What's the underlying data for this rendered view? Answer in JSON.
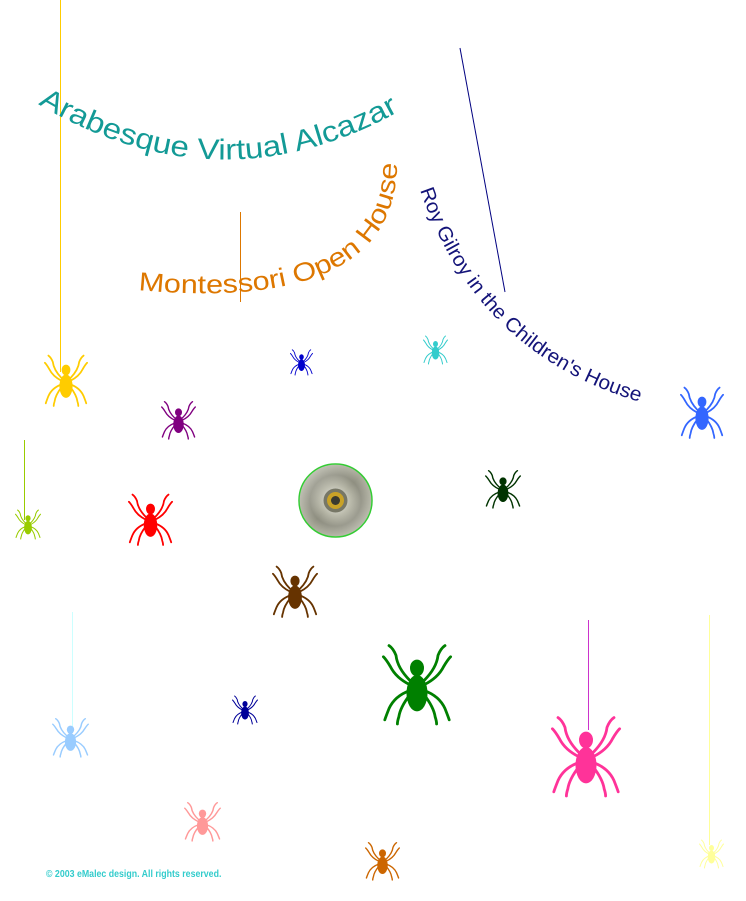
{
  "links": {
    "arabesque": "Arabesque Virtual Alcazar",
    "montessori": "Montessori Open House",
    "roy": "Roy Gilroy in the Children's House"
  },
  "colors": {
    "arabesque": "#139a96",
    "montessori": "#dd7700",
    "roy": "#141479"
  },
  "spider_icon": "spider-icon",
  "disc_icon": "cd-disc-icon",
  "spiders": [
    {
      "color": "#ffcc00"
    },
    {
      "color": "#0000cc"
    },
    {
      "color": "#33cccc"
    },
    {
      "color": "#3366ff"
    },
    {
      "color": "#800080"
    },
    {
      "color": "#99cc00"
    },
    {
      "color": "#ff0000"
    },
    {
      "color": "#003300"
    },
    {
      "color": "#663300"
    },
    {
      "color": "#008000"
    },
    {
      "color": "#99ccff"
    },
    {
      "color": "#000099"
    },
    {
      "color": "#ff3399"
    },
    {
      "color": "#ff9999"
    },
    {
      "color": "#cc6600"
    },
    {
      "color": "#ffff99"
    }
  ],
  "threads": [
    {
      "color": "#ffcc00"
    },
    {
      "color": "#dd7700"
    },
    {
      "color": "#000080"
    },
    {
      "color": "#99cc00"
    },
    {
      "color": "#ccffff"
    },
    {
      "color": "#cc33cc"
    },
    {
      "color": "#ffff99"
    }
  ],
  "footer": {
    "copyright": "© 2003   eMalec design. All rights reserved."
  }
}
